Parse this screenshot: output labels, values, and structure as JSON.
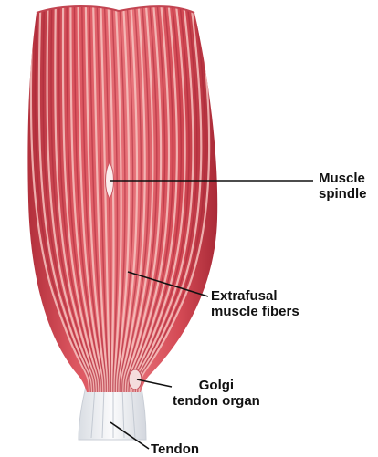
{
  "labels": {
    "muscle_spindle": {
      "line1": "Muscle",
      "line2": "spindle"
    },
    "extrafusal": {
      "line1": "Extrafusal",
      "line2": "muscle fibers"
    },
    "golgi": {
      "line1": "Golgi",
      "line2": "tendon organ"
    },
    "tendon": {
      "line1": "Tendon"
    }
  },
  "colors": {
    "muscle_base": "#d94a54",
    "muscle_dark": "#b8323e",
    "fiber_light": "#f3b7b5",
    "tendon": "#eef0f2",
    "leader": "#111111"
  }
}
